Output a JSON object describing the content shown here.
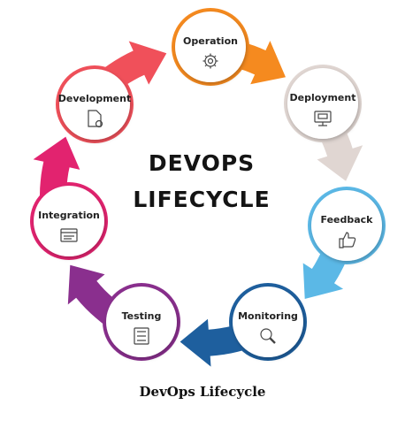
{
  "center": {
    "line1": "DEVOPS",
    "line2": "LIFECYCLE"
  },
  "caption": "DevOps Lifecycle",
  "stages": [
    {
      "label": "Operation",
      "color": "#f58a1f",
      "icon": "gear-cloud-icon"
    },
    {
      "label": "Deployment",
      "color": "#e0d6d2",
      "icon": "monitor-deploy-icon"
    },
    {
      "label": "Feedback",
      "color": "#5bb8e6",
      "icon": "thumbs-up-icon"
    },
    {
      "label": "Monitoring",
      "color": "#1e5f9e",
      "icon": "magnifier-icon"
    },
    {
      "label": "Testing",
      "color": "#8a2f8e",
      "icon": "checklist-icon"
    },
    {
      "label": "Integration",
      "color": "#e2236f",
      "icon": "browser-window-icon"
    },
    {
      "label": "Development",
      "color": "#f0505a",
      "icon": "code-file-gear-icon"
    }
  ]
}
